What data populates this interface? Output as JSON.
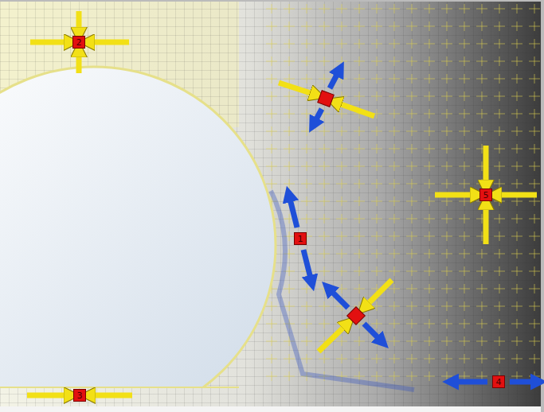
{
  "diagram": {
    "nodes": [
      {
        "text": [
          "2"
        ]
      },
      {
        "text": [
          "1"
        ]
      },
      {
        "text": [
          "5"
        ]
      },
      {
        "text": [
          "3"
        ]
      },
      {
        "text": [
          "4"
        ]
      }
    ]
  }
}
